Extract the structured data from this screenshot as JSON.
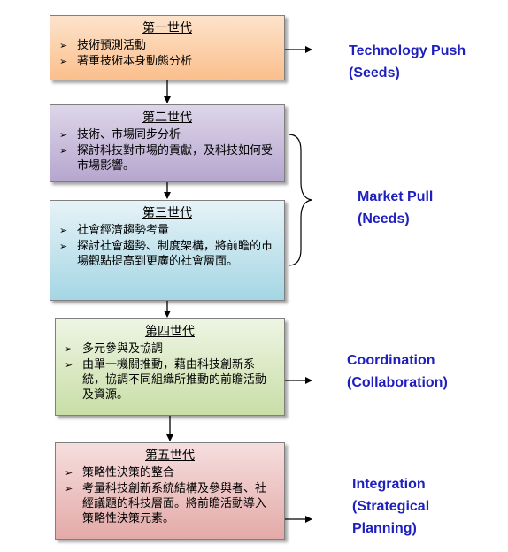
{
  "generations": [
    {
      "title": "第一世代",
      "items": [
        "技術預測活動",
        "著重技術本身動態分析"
      ]
    },
    {
      "title": "第二世代",
      "items": [
        "技術、市場同步分析",
        "探討科技對市場的貢獻，及科技如何受市場影響。"
      ]
    },
    {
      "title": "第三世代",
      "items": [
        "社會經濟趨勢考量",
        "探討社會趨勢、制度架構，將前瞻的市場觀點提高到更廣的社會層面。"
      ]
    },
    {
      "title": "第四世代",
      "items": [
        "多元參與及協調",
        "由單一機關推動，藉由科技創新系統，協調不同組織所推動的前瞻活動及資源。"
      ]
    },
    {
      "title": "第五世代",
      "items": [
        "策略性決策的整合",
        "考量科技創新系統結構及參與者、社經議題的科技層面。將前瞻活動導入策略性決策元素。"
      ]
    }
  ],
  "labels": [
    {
      "line1": "Technology Push",
      "line2": "(Seeds)"
    },
    {
      "line1": "Market Pull",
      "line2": "(Needs)"
    },
    {
      "line1": "Coordination",
      "line2": "(Collaboration)"
    },
    {
      "line1": "Integration",
      "line2": "(Strategical",
      "line3": "Planning)"
    }
  ],
  "colors": {
    "label_text": "#1f1fbf",
    "gen1_fill": "#fbbf8c",
    "gen2_fill": "#b6a6cf",
    "gen3_fill": "#a5d6e4",
    "gen4_fill": "#c8dea7",
    "gen5_fill": "#e3aaa8"
  },
  "bullet_icon": "arrowhead-bullet-icon"
}
